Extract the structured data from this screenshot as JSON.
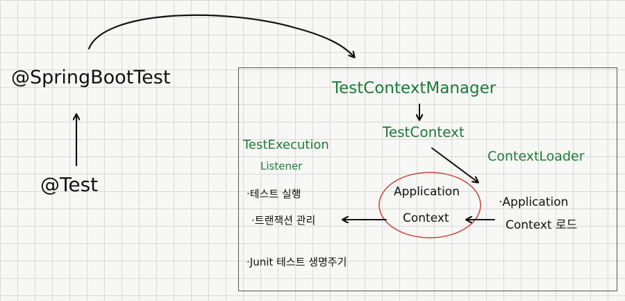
{
  "annotations": {
    "springboottest": "@SpringBootTest",
    "test": "@Test"
  },
  "frame": {
    "manager": "TestContextManager",
    "context": "TestContext",
    "loader": "ContextLoader",
    "listener_line1": "TestExecution",
    "listener_line2": "Listener",
    "app_context_line1": "Application",
    "app_context_line2": "Context",
    "loader_note_line1": "·Application",
    "loader_note_line2": "Context 로드",
    "listener_items": [
      "·테스트 실행",
      "·트랜잭션 관리",
      "·Junit 테스트 생명주기"
    ]
  },
  "colors": {
    "ink": "#111111",
    "green": "#1e7a3a",
    "circle": "#c0453f",
    "frame": "#555555"
  }
}
